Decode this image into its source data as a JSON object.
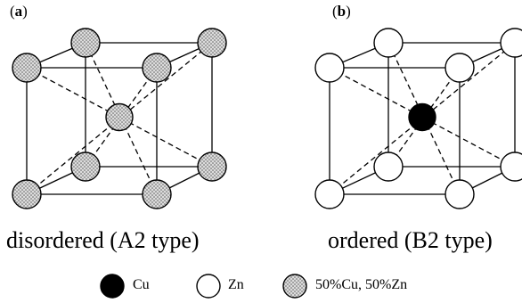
{
  "panels": [
    {
      "label_open": "(",
      "label_letter": "a",
      "label_close": ")",
      "caption": "disordered (A2 type)",
      "corner_atom": "mixed",
      "center_atom": "mixed"
    },
    {
      "label_open": "(",
      "label_letter": "b",
      "label_close": ")",
      "caption": "ordered (B2 type)",
      "corner_atom": "zn",
      "center_atom": "cu"
    }
  ],
  "legend": [
    {
      "atom": "cu",
      "label": "Cu",
      "icon": "filled-circle-icon"
    },
    {
      "atom": "zn",
      "label": "Zn",
      "icon": "open-circle-icon"
    },
    {
      "atom": "mixed",
      "label": "50%Cu, 50%Zn",
      "icon": "stippled-circle-icon"
    }
  ],
  "colors": {
    "line": "#000000",
    "cu_fill": "#000000",
    "zn_fill": "#ffffff",
    "mixed_fill": "#dcdcdc",
    "mixed_dots": "#555555"
  }
}
